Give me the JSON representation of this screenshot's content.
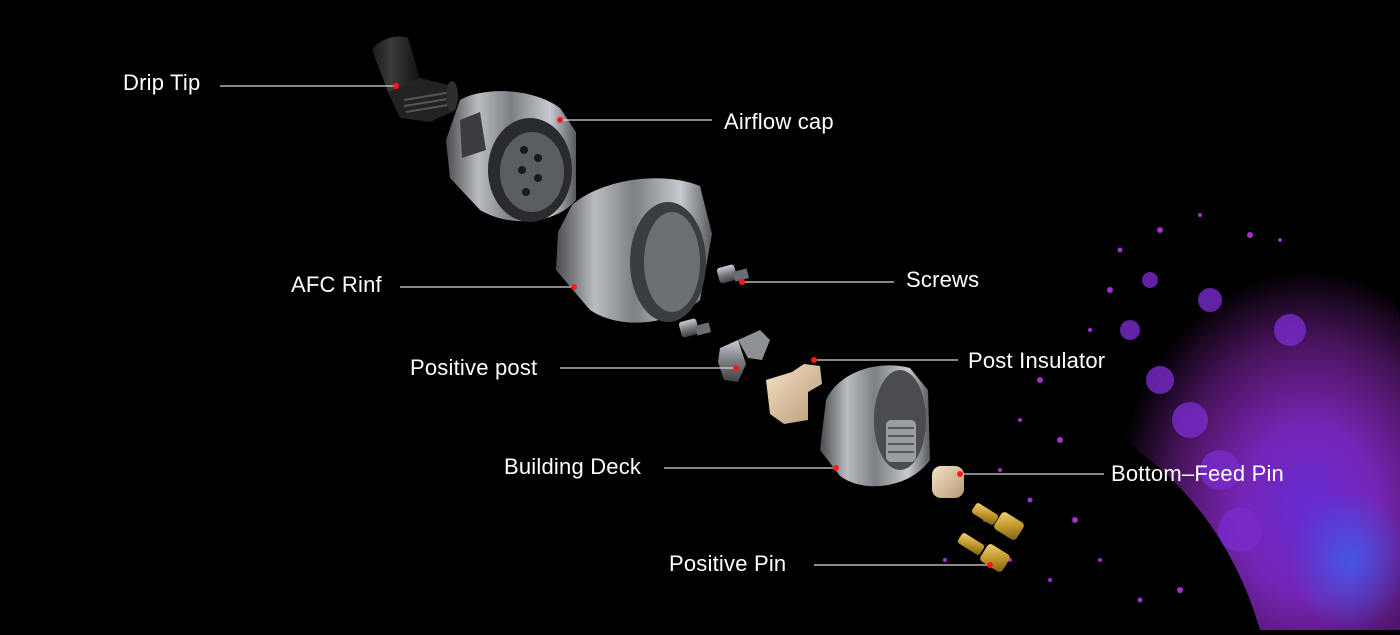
{
  "diagram": {
    "callouts": [
      {
        "id": "drip-tip",
        "label": "Drip Tip"
      },
      {
        "id": "airflow-cap",
        "label": "Airflow cap"
      },
      {
        "id": "afc-ring",
        "label": "AFC Rinf"
      },
      {
        "id": "screws",
        "label": "Screws"
      },
      {
        "id": "positive-post",
        "label": "Positive post"
      },
      {
        "id": "post-insulator",
        "label": "Post Insulator"
      },
      {
        "id": "building-deck",
        "label": "Building Deck"
      },
      {
        "id": "bottom-feed-pin",
        "label": "Bottom–Feed Pin"
      },
      {
        "id": "positive-pin",
        "label": "Positive Pin"
      }
    ],
    "colors": {
      "background": "#000000",
      "label_text": "#ffffff",
      "leader_line": "#d9d9d9",
      "anchor_dot": "#ff1a1a",
      "steel": "#8a8d92",
      "insulator": "#e6cfb0",
      "gold": "#c9a23a",
      "powder": "#9b2fd0"
    }
  }
}
